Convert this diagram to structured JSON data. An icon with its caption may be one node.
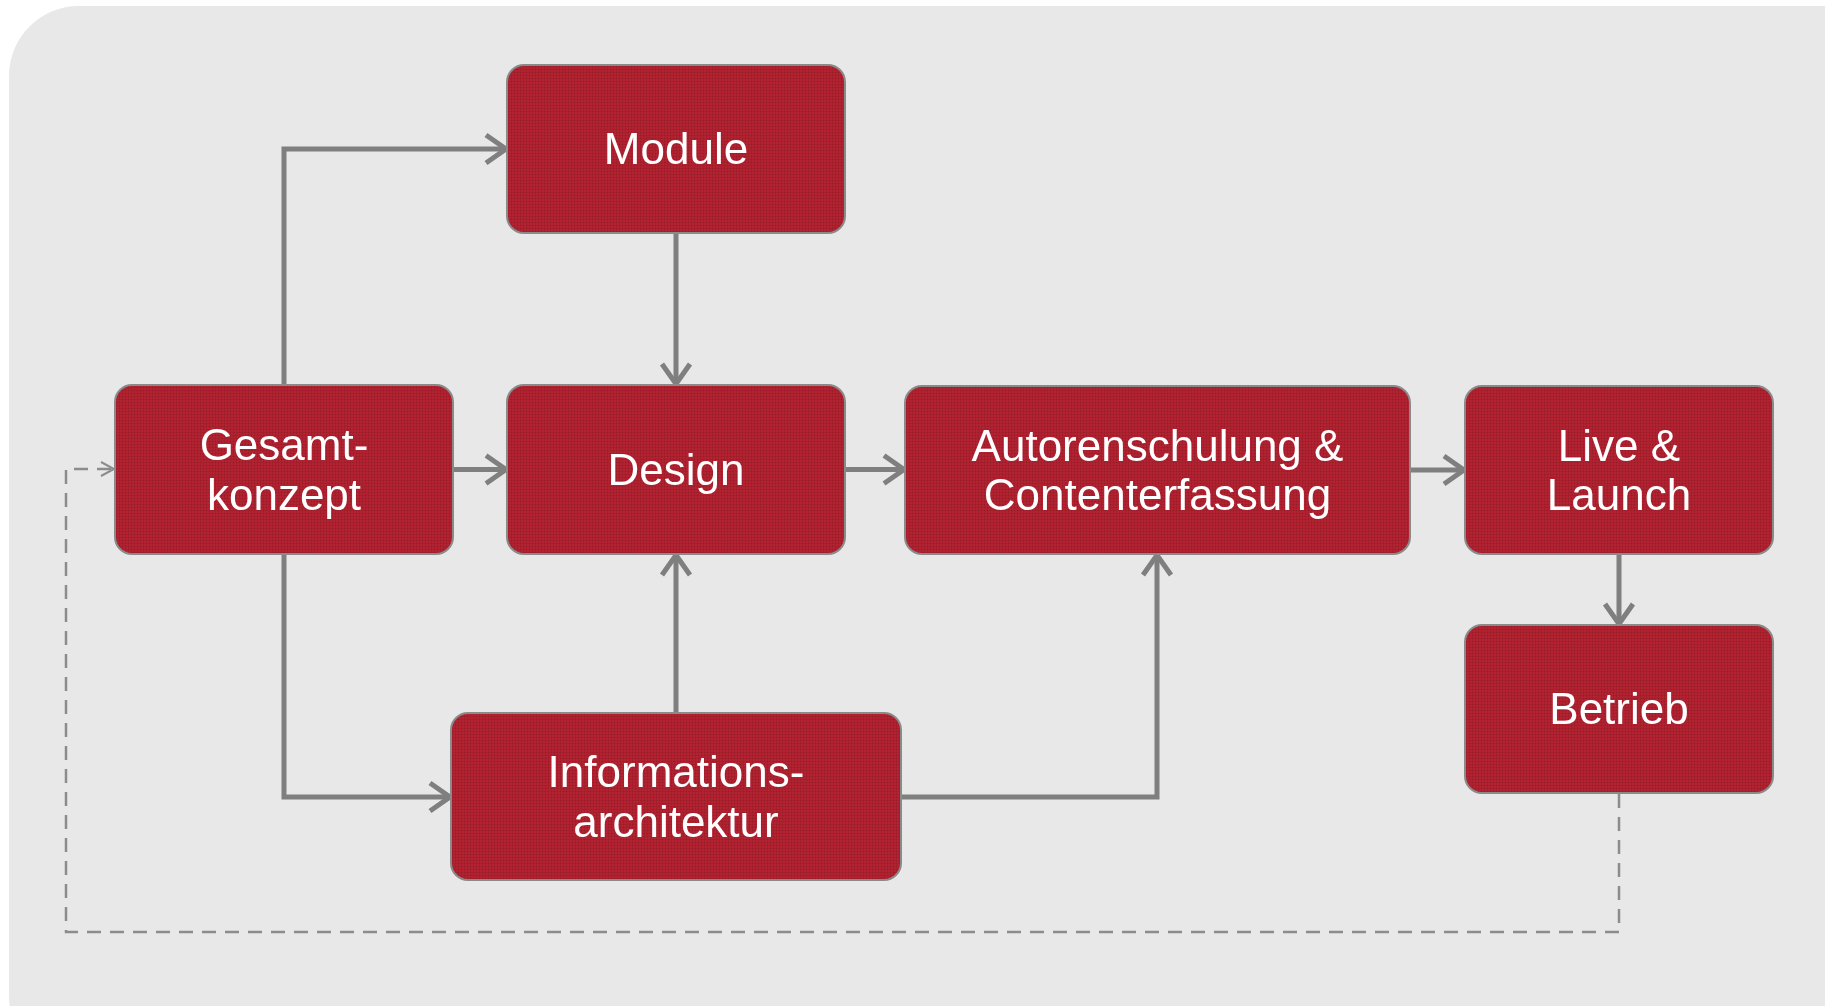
{
  "diagram": {
    "nodes": [
      {
        "text": [
          "Module"
        ]
      },
      {
        "text": [
          "Gesamt- konzept"
        ]
      },
      {
        "text": [
          "Design"
        ]
      },
      {
        "text": [
          "Autorenschulung & Contenterfassung"
        ]
      },
      {
        "text": [
          "Live & Launch"
        ]
      },
      {
        "text": [
          "Betrieb"
        ]
      },
      {
        "text": [
          "Informations- architektur"
        ]
      }
    ],
    "edges": [
      {
        "from": 1,
        "to": 0,
        "arrow": "to"
      },
      {
        "from": 1,
        "to": 2,
        "arrow": "to"
      },
      {
        "from": 1,
        "to": 6,
        "arrow": "to"
      },
      {
        "from": 0,
        "to": 2,
        "arrow": "to"
      },
      {
        "from": 6,
        "to": 2,
        "arrow": "to"
      },
      {
        "from": 6,
        "to": 3,
        "arrow": "to"
      },
      {
        "from": 2,
        "to": 3,
        "arrow": "to"
      },
      {
        "from": 3,
        "to": 4,
        "arrow": "to"
      },
      {
        "from": 4,
        "to": 5,
        "arrow": "to"
      },
      {
        "from": 5,
        "to": 1,
        "arrow": "to",
        "style": "dashed"
      }
    ]
  }
}
